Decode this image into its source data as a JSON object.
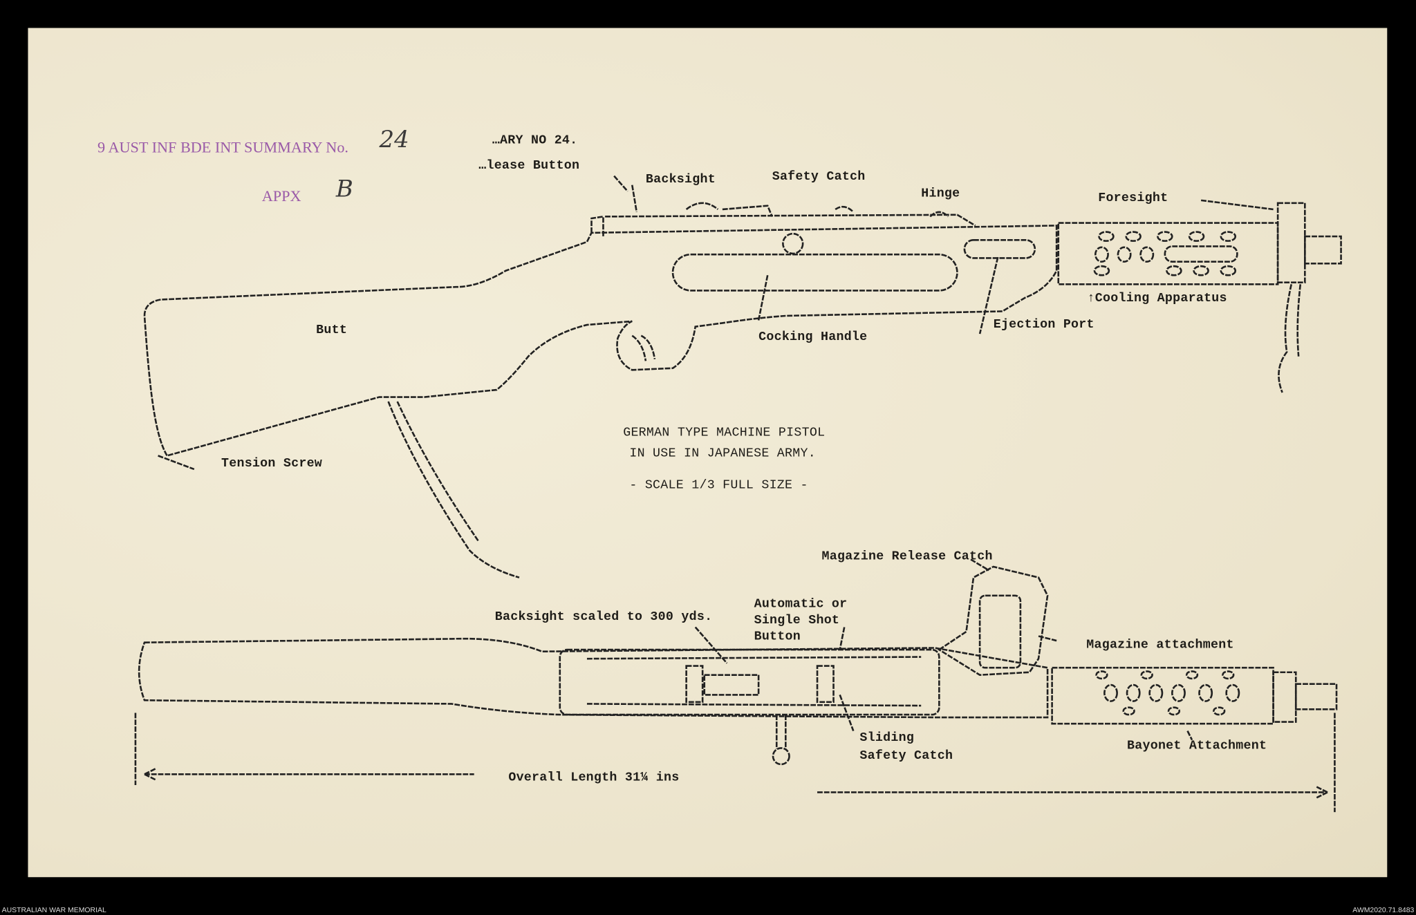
{
  "stamp": {
    "text": "9 AUST INF BDE INT SUMMARY No.",
    "number": "24",
    "appx_label": "APPX",
    "appx_value": "B"
  },
  "typed_header": "…ARY NO 24.",
  "title": {
    "line1": "GERMAN TYPE MACHINE PISTOL",
    "line2": "IN USE IN JAPANESE ARMY.",
    "scale": "- SCALE 1/3 FULL SIZE -"
  },
  "side_view_labels": {
    "release_button": "…lease Button",
    "backsight": "Backsight",
    "safety_catch": "Safety Catch",
    "hinge": "Hinge",
    "foresight": "Foresight",
    "cooling": "Cooling Apparatus",
    "ejection_port": "Ejection Port",
    "butt": "Butt",
    "cocking_handle": "Cocking Handle",
    "tension_screw": "Tension Screw"
  },
  "top_view_labels": {
    "mag_release": "Magazine Release Catch",
    "auto_1": "Automatic or",
    "auto_2": "Single Shot",
    "auto_3": "Button",
    "backsight_scaled": "Backsight scaled to 300 yds.",
    "mag_attach": "Magazine attachment",
    "sliding_1": "Sliding",
    "sliding_2": "Safety Catch",
    "bayonet": "Bayonet Attachment",
    "overall_length": "Overall Length 31¼ ins"
  },
  "footer": {
    "left": "AUSTRALIAN WAR MEMORIAL",
    "right": "AWM2020.71.8483"
  }
}
